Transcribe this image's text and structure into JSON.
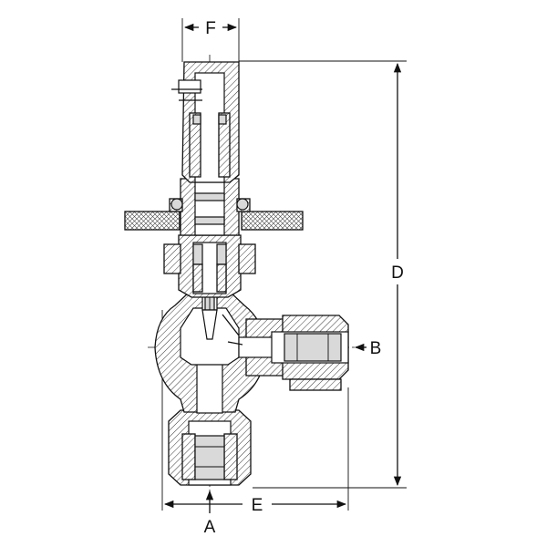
{
  "dimensions": {
    "a": "A",
    "b": "B",
    "d": "D",
    "e": "E",
    "f": "F"
  }
}
